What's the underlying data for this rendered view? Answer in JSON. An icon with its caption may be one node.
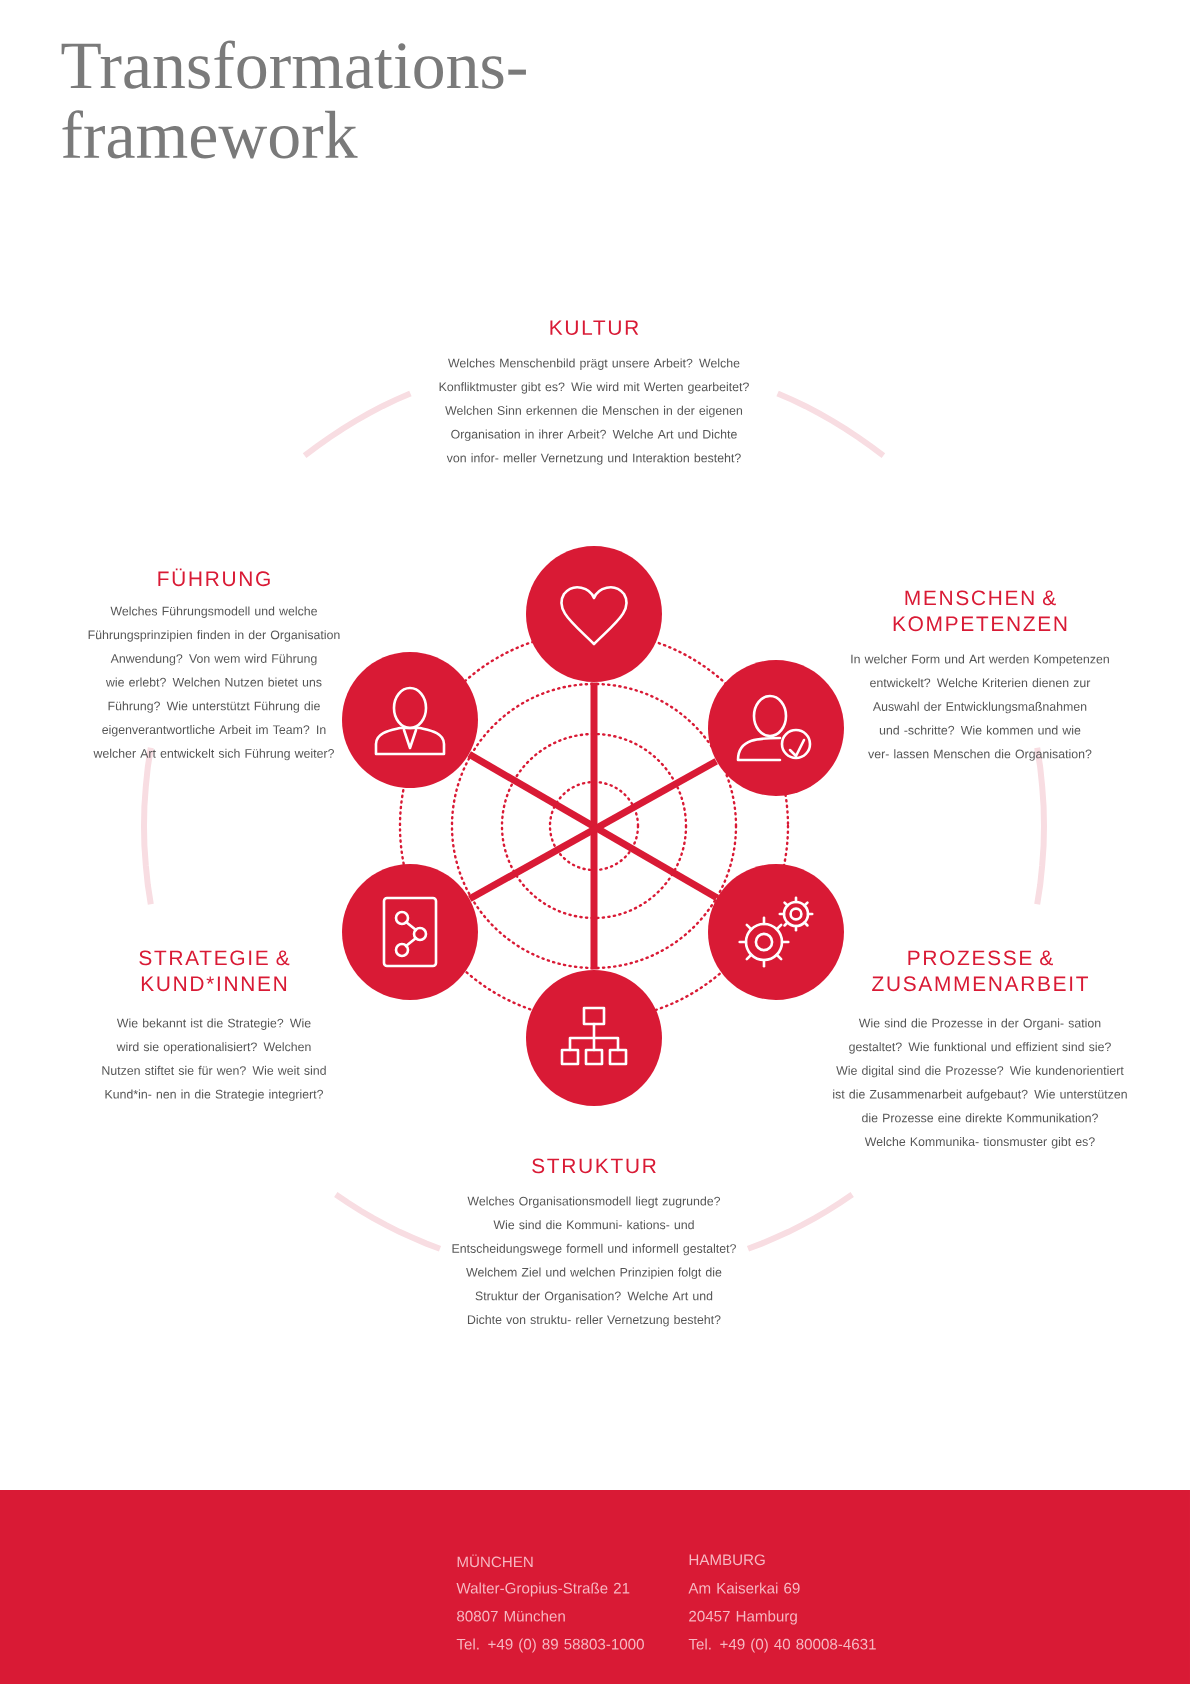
{
  "diagram": {
    "title": "Transformations- framework",
    "nodes": [
      {
        "text": [],
        "shape": "circle",
        "beside": [
          "KULTUR",
          "Welches Menschenbild prägt unsere Arbeit? Welche Konfliktmuster gibt es? Wie wird mit Werten gearbeitet? Welchen Sinn erkennen die Menschen in der eigenen Organisation in ihrer Arbeit? Welche Art und Dichte von infor- meller Vernetzung und Interaktion besteht?"
        ]
      },
      {
        "text": [],
        "shape": "circle",
        "beside": [
          "FÜHRUNG",
          "Welches Führungsmodell und welche Führungsprinzipien finden in der Organisation Anwendung? Von wem wird Führung wie erlebt? Welchen Nutzen bietet uns Führung? Wie unterstützt Führung die eigenverantwortliche Arbeit im Team? In welcher Art entwickelt sich Führung weiter?"
        ]
      },
      {
        "text": [],
        "shape": "circle",
        "beside": [
          "MENSCHEN & KOMPETENZEN",
          "In welcher Form und Art werden Kompetenzen entwickelt? Welche Kriterien dienen zur Auswahl der Entwicklungsmaßnahmen und -schritte? Wie kommen und wie ver- lassen Menschen die Organisation?"
        ]
      },
      {
        "text": [],
        "shape": "circle",
        "beside": [
          "STRATEGIE & KUND*INNEN",
          "Wie bekannt ist die Strategie? Wie wird sie operationalisiert? Welchen Nutzen stiftet sie für wen? Wie weit sind Kund*in- nen in die Strategie integriert?"
        ]
      },
      {
        "text": [],
        "shape": "circle",
        "beside": [
          "PROZESSE & ZUSAMMENARBEIT",
          "Wie sind die Prozesse in der Organi- sation gestaltet? Wie funktional und effizient sind sie? Wie digital sind die Prozesse? Wie kundenorientiert ist die Zusammenarbeit aufgebaut? Wie unterstützen die Prozesse eine direkte Kommunikation? Welche Kommunika- tionsmuster gibt es?"
        ]
      },
      {
        "text": [],
        "shape": "circle",
        "beside": [
          "STRUKTUR",
          "Welches Organisationsmodell liegt zugrunde? Wie sind die Kommuni- kations- und Entscheidungswege formell und informell gestaltet? Welchem Ziel und welchen Prinzipien folgt die Struktur der Organisation? Welche Art und Dichte von struktu- reller Vernetzung besteht?"
        ]
      }
    ],
    "edges": [
      {
        "from": 0,
        "to": 5,
        "arrow": "none"
      },
      {
        "from": 1,
        "to": 4,
        "arrow": "none"
      },
      {
        "from": 2,
        "to": 3,
        "arrow": "none"
      }
    ],
    "labels": [
      "MÜNCHEN",
      "Walter-Gropius-Straße 21",
      "80807 München",
      "Tel. +49 (0) 89 58803-1000",
      "HAMBURG",
      "Am Kaiserkai 69",
      "20457 Hamburg",
      "Tel. +49 (0) 40 80008-4631"
    ]
  }
}
